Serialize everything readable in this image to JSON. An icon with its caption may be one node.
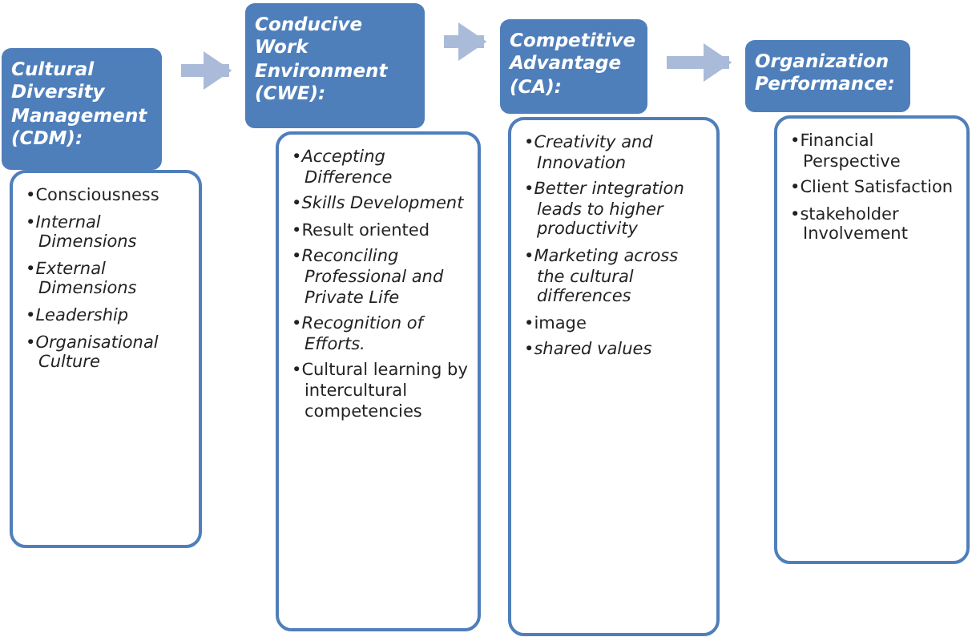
{
  "diagram": {
    "nodes": [
      {
        "text": [
          "Cultural Diversity Management (CDM):"
        ]
      },
      {
        "text": [
          "•Consciousness",
          "•Internal Dimensions",
          "•External Dimensions",
          "•Leadership",
          "•Organisational Culture"
        ]
      },
      {
        "text": [
          "Conducive Work Environment (CWE):"
        ]
      },
      {
        "text": [
          "•Accepting Difference",
          "•Skills Development",
          "•Result oriented",
          "•Reconciling Professional and Private Life",
          "•Recognition of Efforts.",
          "•Cultural learning by intercultural competencies"
        ]
      },
      {
        "text": [
          "Competitive Advantage (CA):"
        ]
      },
      {
        "text": [
          "•Creativity and Innovation",
          "•Better integration leads to higher productivity",
          "•Marketing across the cultural differences",
          "•image",
          "•shared values"
        ]
      },
      {
        "text": [
          "Organization Performance:"
        ]
      },
      {
        "text": [
          "•Financial Perspective",
          "•Client Satisfaction",
          "•stakeholder Involvement"
        ]
      }
    ],
    "edges": [
      {
        "from": 0,
        "to": 2,
        "arrow": "to"
      },
      {
        "from": 2,
        "to": 4,
        "arrow": "to"
      },
      {
        "from": 4,
        "to": 6,
        "arrow": "to"
      }
    ]
  }
}
